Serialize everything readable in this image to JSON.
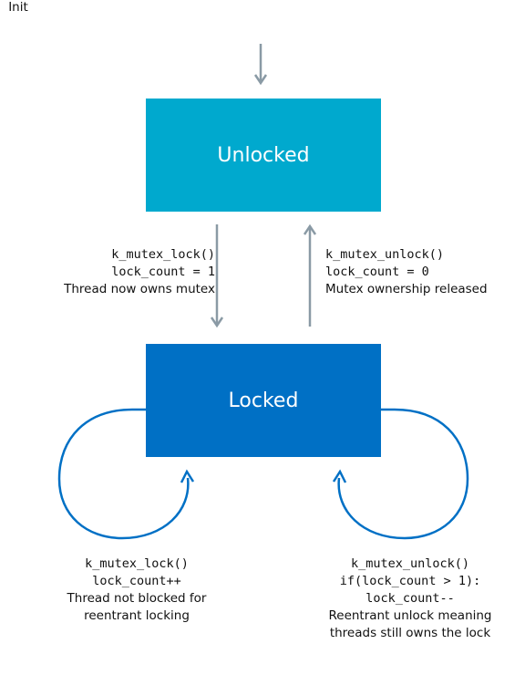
{
  "init": {
    "label": "Init"
  },
  "states": {
    "unlocked": {
      "label": "Unlocked",
      "color": "#00a9ce"
    },
    "locked": {
      "label": "Locked",
      "color": "#0070c5"
    }
  },
  "transitions": {
    "lock": {
      "line1": "k_mutex_lock()",
      "line2": "lock_count = 1",
      "line3": "Thread now owns mutex"
    },
    "unlock": {
      "line1": "k_mutex_unlock()",
      "line2": "lock_count = 0",
      "line3": "Mutex ownership released"
    },
    "self_lock": {
      "line1": "k_mutex_lock()",
      "line2": "lock_count++",
      "line3": "Thread not blocked for",
      "line4": "reentrant locking"
    },
    "self_unlock": {
      "line1": "k_mutex_unlock()",
      "line2": "if(lock_count > 1):",
      "line3": "lock_count--",
      "line4": "Reentrant unlock meaning",
      "line5": "threads still owns the lock"
    }
  },
  "colors": {
    "arrow_gray": "#8a9aa5",
    "loop_blue": "#0070c5",
    "text": "#111111"
  }
}
